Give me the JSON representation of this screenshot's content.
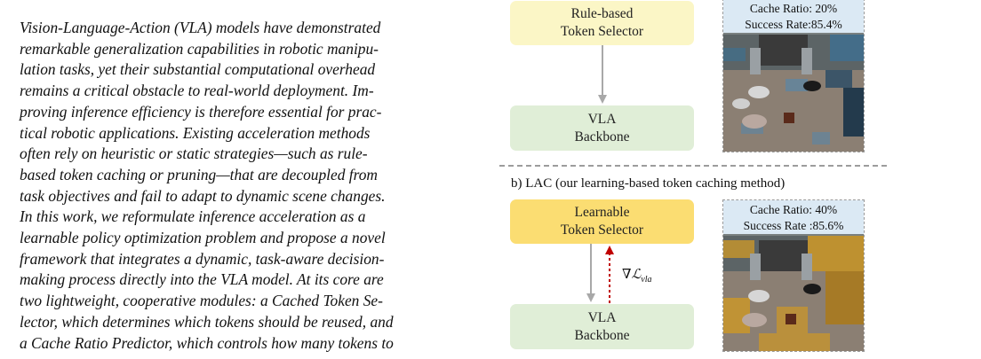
{
  "abstract_lines": [
    "Vision-Language-Action (VLA) models have demonstrated",
    "remarkable generalization capabilities in robotic manipu-",
    "lation tasks, yet their substantial computational overhead",
    "remains a critical obstacle to real-world deployment. Im-",
    "proving inference efficiency is therefore essential for prac-",
    "tical robotic applications. Existing acceleration methods",
    "often rely on heuristic or static strategies—such as rule-",
    "based token caching or pruning—that are decoupled from",
    "task objectives and fail to adapt to dynamic scene changes.",
    "In this work, we reformulate inference acceleration as a",
    "learnable policy optimization problem and propose a novel",
    "framework that integrates a dynamic, task-aware decision-",
    "making process directly into the VLA model. At its core are",
    "two lightweight, cooperative modules: a Cached Token Se-",
    "lector, which determines which tokens should be reused, and",
    "a Cache Ratio Predictor, which controls how many tokens to"
  ],
  "figure": {
    "top": {
      "selector_line1": "Rule-based",
      "selector_line2": "Token Selector",
      "backbone_line1": "VLA",
      "backbone_line2": "Backbone",
      "cache_ratio": "Cache Ratio: 20%",
      "success_rate": "Success Rate:85.4%"
    },
    "bottom": {
      "label": "b) LAC (our learning-based token caching method)",
      "selector_line1": "Learnable",
      "selector_line2": "Token Selector",
      "backbone_line1": "VLA",
      "backbone_line2": "Backbone",
      "gradient_label": "∇ℒ",
      "gradient_sub": "vla",
      "cache_ratio": "Cache Ratio: 40%",
      "success_rate": "Success Rate :85.6%"
    }
  }
}
